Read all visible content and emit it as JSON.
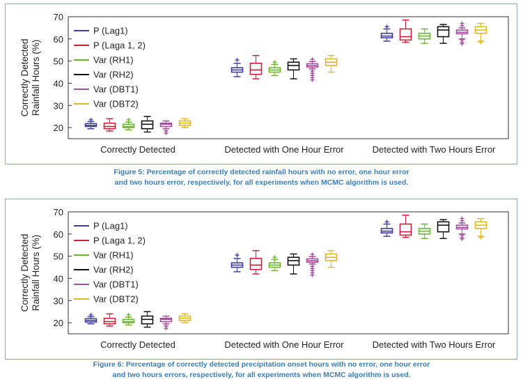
{
  "colors": {
    "panel_border": "#8aa8c2",
    "caption": "#3d7eb5",
    "series": [
      "#3f3f9b",
      "#cc1f3b",
      "#6ab72e",
      "#111111",
      "#a24e99",
      "#e0b820"
    ]
  },
  "figures": [
    {
      "caption_line1": "Figure 5: Percentage of correctly detected rainfall hours with no error, one hour error",
      "caption_line2": "and two hours error, respectively, for all experiments when MCMC algorithm is used."
    },
    {
      "caption_line1": "Figure 6: Percentage of correctly detected precipitation onset hours with no error, one hour error",
      "caption_line2": "and two hours errors, respectively, for all experiments when MCMC algorithm is used."
    }
  ],
  "chart_data": [
    {
      "type": "box",
      "title": "",
      "ylabel_line1": "Correctly Detected",
      "ylabel_line2": "Rainfall Hours (%)",
      "ylim": [
        15,
        70
      ],
      "yticks": [
        20,
        30,
        40,
        50,
        60,
        70
      ],
      "grid": false,
      "legend_position": "top-left",
      "categories": [
        "Correctly Detected",
        "Detected with One Hour Error",
        "Detected with Two Hours Error"
      ],
      "series": [
        {
          "name": "P (Lag1)",
          "boxes": [
            {
              "whislo": 19.5,
              "q1": 20.5,
              "med": 21.0,
              "q3": 21.8,
              "whishi": 22.7,
              "fliers": [
                23.5
              ]
            },
            {
              "whislo": 43.0,
              "q1": 45.0,
              "med": 46.0,
              "q3": 47.0,
              "whishi": 49.0,
              "fliers": [
                50.5
              ]
            },
            {
              "whislo": 59.0,
              "q1": 60.5,
              "med": 61.3,
              "q3": 62.5,
              "whishi": 64.5,
              "fliers": [
                65.5
              ]
            }
          ]
        },
        {
          "name": "P (Laga 1, 2)",
          "boxes": [
            {
              "whislo": 18.5,
              "q1": 19.5,
              "med": 20.5,
              "q3": 22.0,
              "whishi": 24.0,
              "fliers": []
            },
            {
              "whislo": 42.0,
              "q1": 44.0,
              "med": 46.0,
              "q3": 49.0,
              "whishi": 52.5,
              "fliers": []
            },
            {
              "whislo": 58.5,
              "q1": 59.5,
              "med": 61.0,
              "q3": 64.5,
              "whishi": 68.5,
              "fliers": []
            }
          ]
        },
        {
          "name": "Var (RH1)",
          "boxes": [
            {
              "whislo": 19.0,
              "q1": 20.0,
              "med": 20.5,
              "q3": 21.5,
              "whishi": 22.5,
              "fliers": [
                23.5
              ]
            },
            {
              "whislo": 43.5,
              "q1": 45.0,
              "med": 46.0,
              "q3": 47.0,
              "whishi": 48.5,
              "fliers": [
                49.5
              ]
            },
            {
              "whislo": 58.0,
              "q1": 60.0,
              "med": 61.3,
              "q3": 62.5,
              "whishi": 64.5,
              "fliers": []
            }
          ]
        },
        {
          "name": "Var (RH2)",
          "boxes": [
            {
              "whislo": 18.0,
              "q1": 19.5,
              "med": 21.5,
              "q3": 23.0,
              "whishi": 25.0,
              "fliers": []
            },
            {
              "whislo": 42.0,
              "q1": 46.0,
              "med": 48.0,
              "q3": 49.5,
              "whishi": 51.0,
              "fliers": []
            },
            {
              "whislo": 58.0,
              "q1": 61.0,
              "med": 64.0,
              "q3": 65.5,
              "whishi": 66.5,
              "fliers": []
            }
          ]
        },
        {
          "name": "Var (DBT1)",
          "boxes": [
            {
              "whislo": 19.5,
              "q1": 20.5,
              "med": 21.5,
              "q3": 22.0,
              "whishi": 23.0,
              "fliers": [
                18.5,
                17.5
              ]
            },
            {
              "whislo": 46.5,
              "q1": 47.3,
              "med": 48.0,
              "q3": 48.8,
              "whishi": 49.8,
              "fliers": [
                45.5,
                44.5,
                43.5,
                42.5,
                41.5,
                50.8
              ]
            },
            {
              "whislo": 60.0,
              "q1": 62.3,
              "med": 63.0,
              "q3": 64.0,
              "whishi": 65.0,
              "fliers": [
                66.0,
                67.0,
                59.5,
                58.5,
                57.8
              ]
            }
          ]
        },
        {
          "name": "Var (DBT2)",
          "boxes": [
            {
              "whislo": 20.0,
              "q1": 21.0,
              "med": 22.0,
              "q3": 23.0,
              "whishi": 24.0,
              "fliers": []
            },
            {
              "whislo": 45.0,
              "q1": 48.0,
              "med": 49.5,
              "q3": 51.0,
              "whishi": 52.5,
              "fliers": []
            },
            {
              "whislo": 59.0,
              "q1": 62.5,
              "med": 64.0,
              "q3": 65.5,
              "whishi": 67.0,
              "fliers": [
                58.5
              ]
            }
          ]
        }
      ]
    },
    {
      "type": "box",
      "title": "",
      "ylabel_line1": "Correctly Detected",
      "ylabel_line2": "Rainfall Hours (%)",
      "ylim": [
        15,
        70
      ],
      "yticks": [
        20,
        30,
        40,
        50,
        60,
        70
      ],
      "grid": false,
      "legend_position": "top-left",
      "categories": [
        "Correctly Detected",
        "Detected with One Hour Error",
        "Detected with Two Hours Error"
      ],
      "series": [
        {
          "name": "P (Lag1)",
          "boxes": [
            {
              "whislo": 19.5,
              "q1": 20.3,
              "med": 21.0,
              "q3": 21.8,
              "whishi": 22.7,
              "fliers": [
                23.5
              ]
            },
            {
              "whislo": 43.0,
              "q1": 45.0,
              "med": 46.0,
              "q3": 47.0,
              "whishi": 49.0,
              "fliers": [
                50.5
              ]
            },
            {
              "whislo": 59.0,
              "q1": 60.5,
              "med": 61.3,
              "q3": 62.5,
              "whishi": 64.5,
              "fliers": [
                65.5
              ]
            }
          ]
        },
        {
          "name": "P (Laga 1, 2)",
          "boxes": [
            {
              "whislo": 18.5,
              "q1": 19.5,
              "med": 20.5,
              "q3": 22.0,
              "whishi": 24.0,
              "fliers": []
            },
            {
              "whislo": 42.0,
              "q1": 44.0,
              "med": 46.0,
              "q3": 49.0,
              "whishi": 52.5,
              "fliers": []
            },
            {
              "whislo": 58.5,
              "q1": 59.5,
              "med": 61.0,
              "q3": 64.5,
              "whishi": 68.5,
              "fliers": []
            }
          ]
        },
        {
          "name": "Var (RH1)",
          "boxes": [
            {
              "whislo": 19.0,
              "q1": 20.0,
              "med": 20.5,
              "q3": 21.5,
              "whishi": 22.5,
              "fliers": [
                23.5
              ]
            },
            {
              "whislo": 43.5,
              "q1": 45.0,
              "med": 46.0,
              "q3": 47.0,
              "whishi": 48.5,
              "fliers": [
                49.5
              ]
            },
            {
              "whislo": 58.0,
              "q1": 60.0,
              "med": 61.3,
              "q3": 62.5,
              "whishi": 64.5,
              "fliers": []
            }
          ]
        },
        {
          "name": "Var (RH2)",
          "boxes": [
            {
              "whislo": 18.0,
              "q1": 19.5,
              "med": 21.5,
              "q3": 23.0,
              "whishi": 25.0,
              "fliers": []
            },
            {
              "whislo": 42.0,
              "q1": 46.0,
              "med": 48.0,
              "q3": 49.5,
              "whishi": 51.0,
              "fliers": []
            },
            {
              "whislo": 58.0,
              "q1": 61.0,
              "med": 64.0,
              "q3": 65.5,
              "whishi": 66.5,
              "fliers": []
            }
          ]
        },
        {
          "name": "Var (DBT1)",
          "boxes": [
            {
              "whislo": 19.5,
              "q1": 20.5,
              "med": 21.5,
              "q3": 22.0,
              "whishi": 23.0,
              "fliers": [
                18.5,
                17.5
              ]
            },
            {
              "whislo": 46.5,
              "q1": 47.3,
              "med": 48.0,
              "q3": 48.8,
              "whishi": 49.8,
              "fliers": [
                45.5,
                44.5,
                43.5,
                42.5,
                41.5,
                50.8
              ]
            },
            {
              "whislo": 60.0,
              "q1": 62.3,
              "med": 63.0,
              "q3": 64.0,
              "whishi": 65.0,
              "fliers": [
                66.0,
                67.0,
                59.5,
                58.5,
                57.8
              ]
            }
          ]
        },
        {
          "name": "Var (DBT2)",
          "boxes": [
            {
              "whislo": 20.0,
              "q1": 21.0,
              "med": 22.0,
              "q3": 23.0,
              "whishi": 24.0,
              "fliers": []
            },
            {
              "whislo": 45.0,
              "q1": 48.0,
              "med": 49.5,
              "q3": 51.0,
              "whishi": 52.5,
              "fliers": []
            },
            {
              "whislo": 59.0,
              "q1": 62.5,
              "med": 64.0,
              "q3": 65.5,
              "whishi": 67.0,
              "fliers": [
                58.5
              ]
            }
          ]
        }
      ]
    }
  ]
}
